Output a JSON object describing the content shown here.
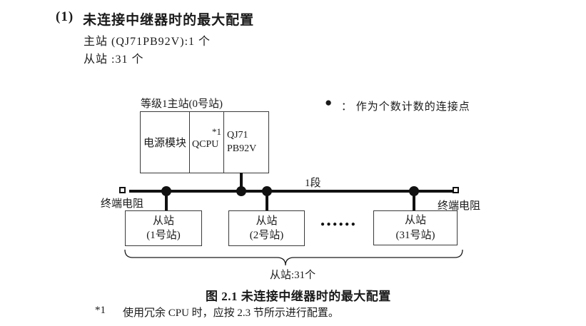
{
  "heading": {
    "index": "(1)",
    "title": "未连接中继器时的最大配置",
    "master_line": "主站 (QJ71PB92V):1 个",
    "slave_line": "从站 :31 个"
  },
  "diagram": {
    "master": {
      "label": "等级1主站(0号站)",
      "power_cell": "电源模块",
      "cpu_cell": "QCPU",
      "cpu_note": "*1",
      "pb_cell_line1": "QJ71",
      "pb_cell_line2": "PB92V"
    },
    "legend": {
      "symbol": "●",
      "text": "：  作为个数计数的连接点"
    },
    "segment_label": "1段",
    "terminator_left": "终端电阻",
    "terminator_right": "终端电阻",
    "slaves": [
      {
        "line1": "从站",
        "line2": "(1号站)"
      },
      {
        "line1": "从站",
        "line2": "(2号站)"
      },
      {
        "line1": "从站",
        "line2": "(31号站)"
      }
    ],
    "ellipsis": "●●●●●●",
    "brace_label": "从站:31个"
  },
  "caption": "图 2.1 未连接中继器时的最大配置",
  "footnote": {
    "marker": "*1",
    "text": "使用冗余 CPU 时，应按 2.3 节所示进行配置。"
  },
  "colors": {
    "ink": "#1a1a1a",
    "line": "#111111",
    "background": "#ffffff"
  }
}
